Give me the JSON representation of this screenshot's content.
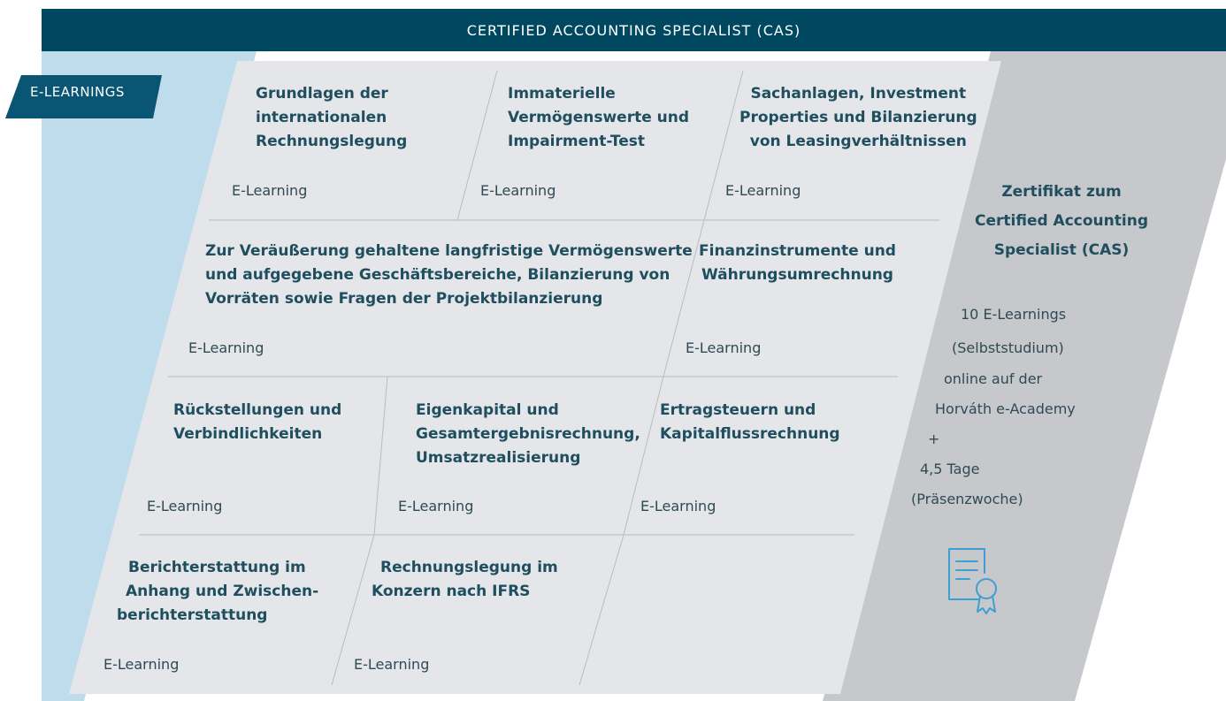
{
  "header": {
    "title": "CERTIFIED ACCOUNTING SPECIALIST (CAS)"
  },
  "category_tag": "E-LEARNINGS",
  "courses": [
    {
      "title": [
        "Grundlagen der",
        "internationalen",
        "Rechnungslegung"
      ],
      "type": "E-Learning"
    },
    {
      "title": [
        "Immaterielle",
        "Vermögenswerte und",
        "Impairment-Test"
      ],
      "type": "E-Learning"
    },
    {
      "title": [
        "Sachanlagen, Investment",
        "Properties und Bilanzierung",
        "von Leasingverhältnissen"
      ],
      "type": "E-Learning"
    },
    {
      "title": [
        "Zur Veräußerung gehaltene langfristige Vermögenswerte",
        "und aufgegebene Geschäftsbereiche, Bilanzierung von",
        "Vorräten sowie Fragen der Projektbilanzierung"
      ],
      "type": "E-Learning"
    },
    {
      "title": [
        "Finanzinstrumente und",
        "Währungsumrechnung"
      ],
      "type": "E-Learning"
    },
    {
      "title": [
        "Rückstellungen und",
        "Verbindlichkeiten"
      ],
      "type": "E-Learning"
    },
    {
      "title": [
        "Eigenkapital und",
        "Gesamtergebnisrechnung,",
        "Umsatzrealisierung"
      ],
      "type": "E-Learning"
    },
    {
      "title": [
        "Ertragsteuern und",
        "Kapitalflussrechnung"
      ],
      "type": "E-Learning"
    },
    {
      "title": [
        "Berichterstattung im",
        "Anhang und Zwischen-",
        "berichterstattung"
      ],
      "type": "E-Learning"
    },
    {
      "title": [
        "Rechnungslegung im",
        "Konzern nach IFRS"
      ],
      "type": "E-Learning"
    }
  ],
  "certificate": {
    "title": [
      "Zertifikat zum",
      "Certified Accounting",
      "Specialist (CAS)"
    ],
    "details": [
      "10 E-Learnings",
      "(Selbststudium)",
      "online auf der",
      "Horváth e-Academy",
      "+",
      "4,5 Tage",
      "(Präsenzwoche)"
    ],
    "icon": "certificate-icon"
  },
  "colors": {
    "header_bg": "#004860",
    "tag_bg": "#0b5574",
    "light_blue": "#bfdcec",
    "panel_gray": "#e4e6e9",
    "dark_gray": "#c6c8cb",
    "divider": "#b9bcc0",
    "title_text": "#1f4e5e",
    "body_text": "#2f4a55",
    "icon_stroke": "#3e9fd2"
  }
}
